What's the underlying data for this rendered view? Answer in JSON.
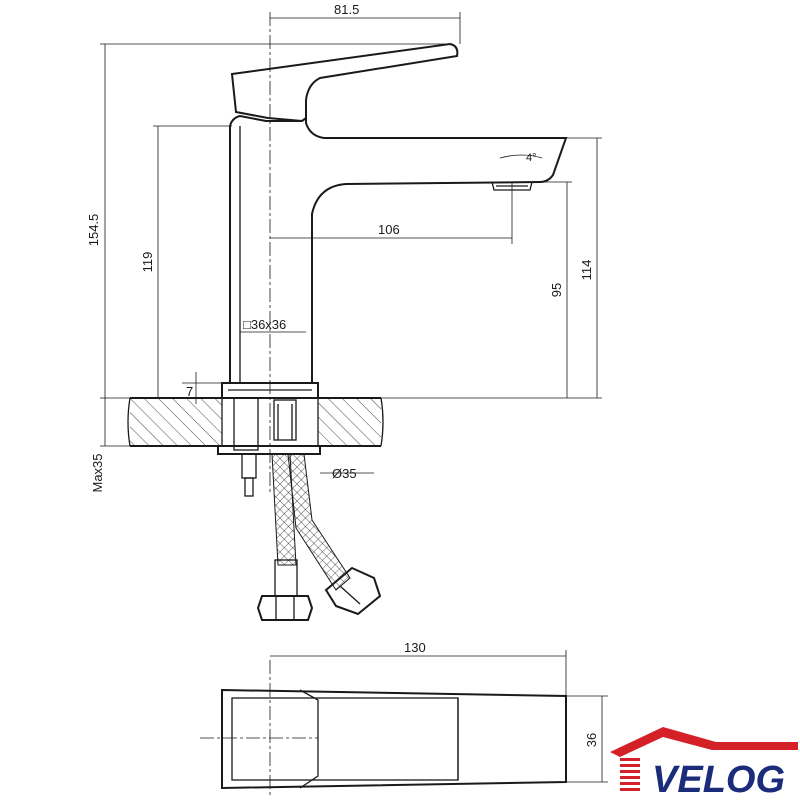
{
  "dimensions": {
    "top_width": "81.5",
    "total_height": "154.5",
    "body_height": "119",
    "spout_reach": "106",
    "outlet_height": "95",
    "spout_height": "114",
    "base_thickness": "7",
    "body_section": "□36x36",
    "max_deck": "Max35",
    "hole_diameter": "Ø35",
    "plan_length": "130",
    "plan_width": "36",
    "spout_angle": "4°"
  },
  "brand": {
    "name": "VELOG",
    "text_color": "#1b2d7a",
    "accent_color": "#d42027"
  }
}
